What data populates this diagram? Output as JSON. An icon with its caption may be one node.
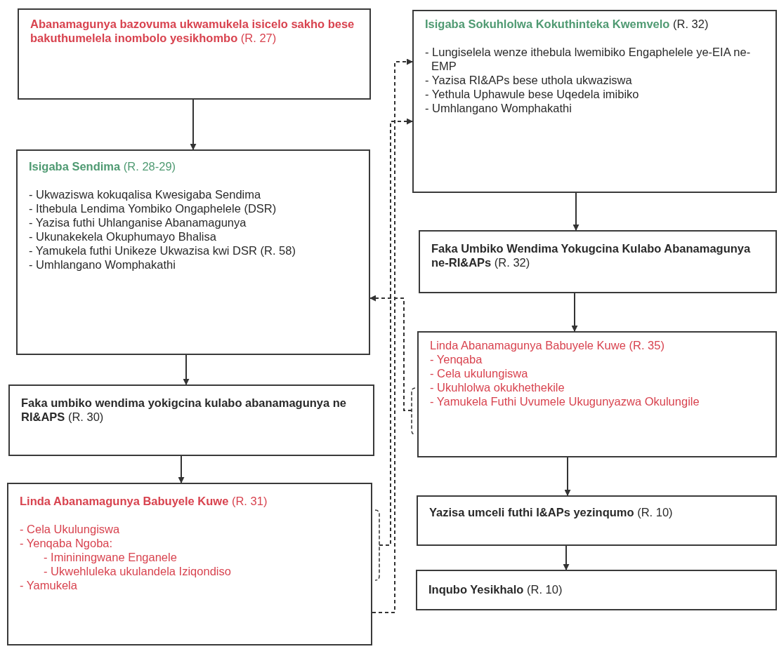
{
  "diagram": {
    "nodes": [
      {
        "text": [
          "**Abanamagunya bazovuma ukwamukela isicelo sakho bese bakuthumelela inombolo yesikhombo** (R. 27)"
        ]
      },
      {
        "text": [
          "**Isigaba Sendima** (R. 28-29)",
          "- Ukwaziswa kokuqalisa Kwesigaba Sendima",
          "- Ithebula Lendima Yombiko Ongaphelele (DSR)",
          "- Yazisa futhi Uhlanganise Abanamagunya",
          "- Ukunakekela Okuphumayo Bhalisa",
          "- Yamukela futhi Unikeze Ukwazisa kwi DSR (R. 58)",
          "- Umhlangano Womphakathi"
        ]
      },
      {
        "text": [
          "**Faka umbiko wendima yokigcina kulabo abanamagunya ne RI&APS** (R. 30)"
        ]
      },
      {
        "text": [
          "**Linda Abanamagunya Babuyele Kuwe** (R. 31)",
          "- Cela Ukulungiswa",
          "- Yenqaba Ngoba:",
          "- Imininingwane Enganele",
          "- Ukwehluleka ukulandela Iziqondiso",
          "- Yamukela"
        ]
      },
      {
        "text": [
          "**Isigaba Sokuhlolwa Kokuthinteka Kwemvelo** (R. 32)",
          "- Lungiselela wenze ithebula lwemibiko Engaphelele ye-EIA ne-EMP",
          "- Yazisa RI&APs bese uthola ukwaziswa",
          "- Yethula Uphawule bese Uqedela imibiko",
          "- Umhlangano Womphakathi"
        ]
      },
      {
        "text": [
          "**Faka Umbiko Wendima Yokugcina Kulabo Abanamagunya ne-RI&APs** (R. 32)"
        ]
      },
      {
        "text": [
          "Linda Abanamagunya Babuyele Kuwe (R. 35)",
          "- Yenqaba",
          "- Cela ukulungiswa",
          "- Ukuhlolwa okukhethekile",
          "- Yamukela Futhi Uvumele Ukugunyazwa Okulungile"
        ]
      },
      {
        "text": [
          "**Yazisa umceli futhi I&APs yezinqumo** (R. 10)"
        ]
      },
      {
        "text": [
          "**Inqubo Yesikhalo** (R. 10)"
        ]
      }
    ],
    "edges": [
      {
        "from": 0,
        "to": 1,
        "arrow": "to"
      },
      {
        "from": 1,
        "to": 2,
        "arrow": "to"
      },
      {
        "from": 2,
        "to": 3,
        "arrow": "to"
      },
      {
        "from": 4,
        "to": 5,
        "arrow": "to"
      },
      {
        "from": 5,
        "to": 6,
        "arrow": "to"
      },
      {
        "from": 6,
        "to": 7,
        "arrow": "to"
      },
      {
        "from": 7,
        "to": 8,
        "arrow": "to"
      },
      {
        "from": 3,
        "to": 4,
        "arrow": "to",
        "style": "dashed"
      },
      {
        "from": 3,
        "to": 4,
        "arrow": "to",
        "style": "dashed"
      },
      {
        "from": 6,
        "to": 1,
        "arrow": "to",
        "style": "dashed"
      }
    ]
  }
}
